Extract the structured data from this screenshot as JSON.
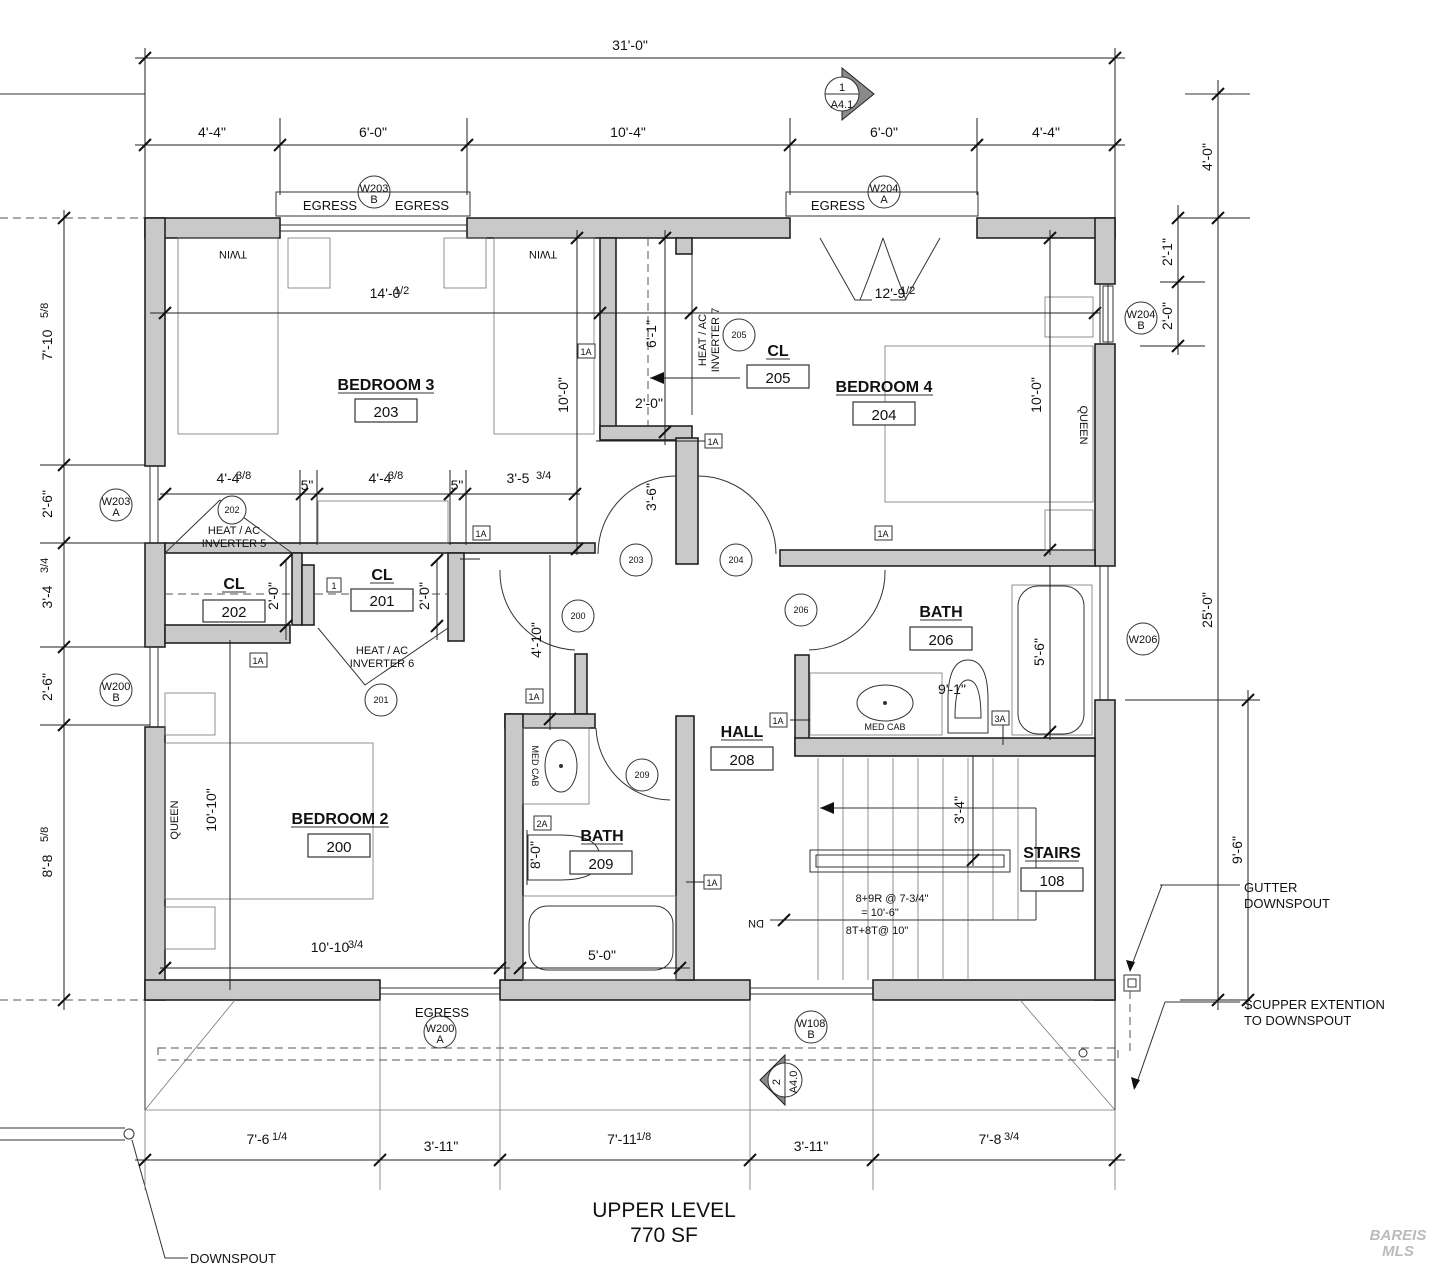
{
  "title": {
    "line1": "UPPER LEVEL",
    "line2": "770 SF"
  },
  "watermark": {
    "line1": "BAREIS",
    "line2": "MLS"
  },
  "dims_top": {
    "overall": "31'-0\"",
    "seg1": "4'-4\"",
    "seg2": "6'-0\"",
    "seg3": "10'-4\"",
    "seg4": "6'-0\"",
    "seg5": "4'-4\""
  },
  "dims_bottom": {
    "seg1": "7'-6",
    "seg1_frac": "1/4",
    "seg2": "3'-11\"",
    "seg3": "7'-11",
    "seg3_frac": "1/8",
    "seg4": "3'-11\"",
    "seg5": "7'-8",
    "seg5_frac": "3/4"
  },
  "dims_left": {
    "d1": "7'-10",
    "d1_frac": "5/8",
    "d2": "2'-6\"",
    "d3": "3'-4",
    "d3_frac": "3/4",
    "d4": "2'-6\"",
    "d5": "8'-8",
    "d5_frac": "5/8"
  },
  "dims_right": {
    "d1": "4'-0\"",
    "d2": "2'-1\"",
    "d3": "2'-0\"",
    "d4": "25'-0\"",
    "d5": "9'-6\""
  },
  "rooms": {
    "bedroom3": {
      "name": "BEDROOM 3",
      "number": "203"
    },
    "bedroom4": {
      "name": "BEDROOM 4",
      "number": "204"
    },
    "bedroom2": {
      "name": "BEDROOM 2",
      "number": "200"
    },
    "cl205": {
      "name": "CL",
      "number": "205"
    },
    "cl202": {
      "name": "CL",
      "number": "202"
    },
    "cl201": {
      "name": "CL",
      "number": "201"
    },
    "bath206": {
      "name": "BATH",
      "number": "206"
    },
    "bath209": {
      "name": "BATH",
      "number": "209"
    },
    "hall": {
      "name": "HALL",
      "number": "208"
    },
    "stairs": {
      "name": "STAIRS",
      "number": "108"
    }
  },
  "interior_dims": {
    "b3_width": "14'-0",
    "b3_width_frac": "1/2",
    "b3_depth": "10'-0\"",
    "cl205_depth": "6'-1\"",
    "cl205_width": "2'-0\"",
    "b4_width": "12'-9",
    "b4_width_frac": "1/2",
    "b4_depth": "10'-0\"",
    "row_a": "4'-4",
    "row_a_frac": "3/8",
    "row_b": "5\"",
    "row_c": "4'-4",
    "row_c_frac": "3/8",
    "row_d": "5\"",
    "row_e": "3'-5",
    "row_e_frac": "3/4",
    "door_gap": "3'-6\"",
    "cl202_w": "2'-0\"",
    "cl201_w": "2'-0\"",
    "hall_w": "4'-10\"",
    "b2_depth": "10'-10\"",
    "b2_width": "10'-10",
    "b2_width_frac": "3/4",
    "bath209_w": "8'-0\"",
    "bath209_tub": "5'-0\"",
    "bath206_w": "9'-1\"",
    "bath206_tub": "5'-6\"",
    "stairs_depth": "3'-4\""
  },
  "windows": {
    "w203b": {
      "id": "W203",
      "sub": "B"
    },
    "w204a": {
      "id": "W204",
      "sub": "A"
    },
    "w204b": {
      "id": "W204",
      "sub": "B"
    },
    "w203a": {
      "id": "W203",
      "sub": "A"
    },
    "w200b": {
      "id": "W200",
      "sub": "B"
    },
    "w206": {
      "id": "W206"
    },
    "w200a": {
      "id": "W200",
      "sub": "A"
    },
    "w108b": {
      "id": "W108",
      "sub": "B"
    }
  },
  "labels": {
    "egress": "EGRESS",
    "twin": "TWIN",
    "queen": "QUEEN",
    "heat_ac7": "HEAT / AC",
    "inverter7": "INVERTER 7",
    "heat_ac5": "HEAT / AC",
    "inverter5": "INVERTER 5",
    "heat_ac6": "HEAT / AC",
    "inverter6": "INVERTER 6",
    "med_cab": "MED CAB",
    "stairs_note1": "8+9R @ 7-3/4\"",
    "stairs_note2": "= 10'-6\"",
    "stairs_note3": "8T+8T@ 10\"",
    "dn": "DN",
    "gutter1": "GUTTER",
    "gutter2": "DOWNSPOUT",
    "scupper1": "SCUPPER EXTENTION",
    "scupper2": "TO DOWNSPOUT",
    "downspout": "DOWNSPOUT"
  },
  "doors": {
    "d205": "205",
    "d202": "202",
    "d203": "203",
    "d204": "204",
    "d200": "200",
    "d206": "206",
    "d201": "201",
    "d209": "209"
  },
  "tags": {
    "t1a": "1A",
    "t1": "1",
    "t2a": "2A",
    "t3a": "3A"
  },
  "sections": {
    "s1_num": "1",
    "s1_sheet": "A4.1",
    "s2_num": "2",
    "s2_sheet": "A4.0"
  }
}
